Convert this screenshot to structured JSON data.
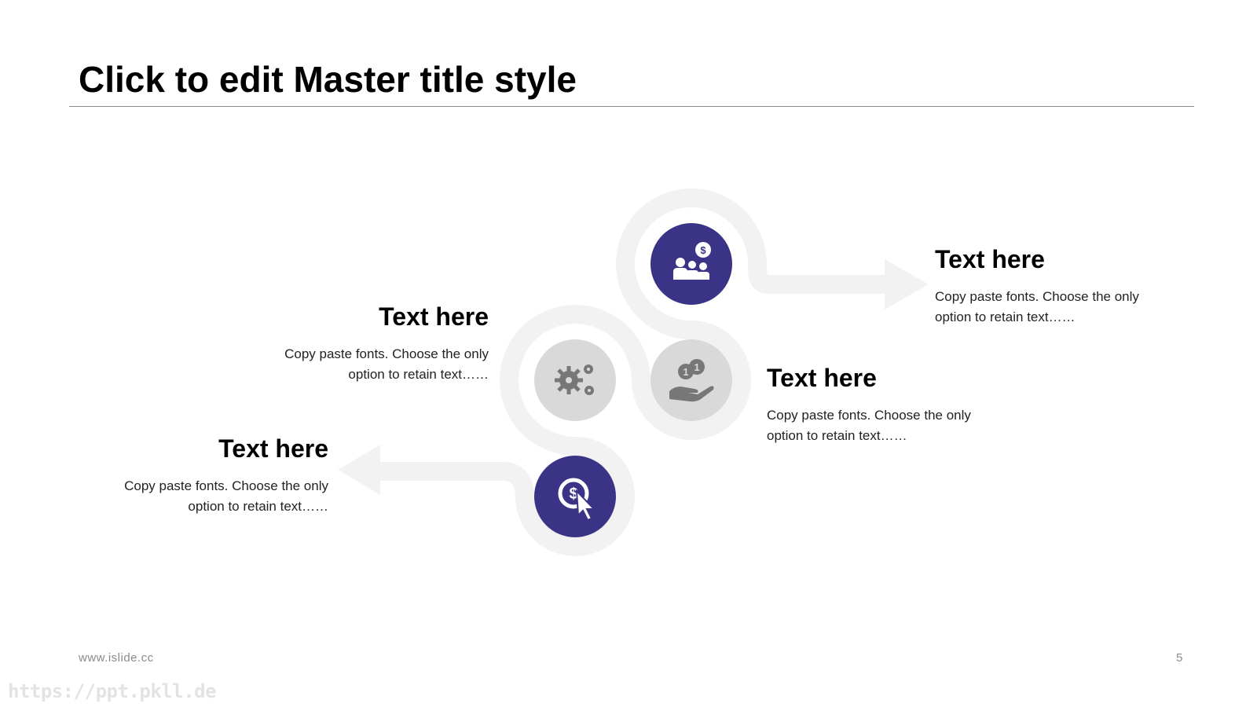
{
  "slide": {
    "title": "Click to edit Master title style",
    "footer_url": "www.islide.cc",
    "page_number": "5",
    "watermark": "https://ppt.pkll.de"
  },
  "colors": {
    "accent": "#3b3486",
    "neutral_circle": "#d9d9d9",
    "track": "#f2f2f2",
    "icon_gray": "#777777"
  },
  "items": [
    {
      "heading": "Text here",
      "body_line1": "Copy paste fonts. Choose the only",
      "body_line2": "option to retain text……",
      "icon": "team-dollar-icon",
      "style": "accent"
    },
    {
      "heading": "Text here",
      "body_line1": "Copy paste fonts. Choose the only",
      "body_line2": "option to retain text……",
      "icon": "gears-icon",
      "style": "neutral"
    },
    {
      "heading": "Text here",
      "body_line1": "Copy paste fonts. Choose the only",
      "body_line2": "option to retain text……",
      "icon": "hand-coins-icon",
      "style": "neutral"
    },
    {
      "heading": "Text here",
      "body_line1": "Copy paste fonts. Choose the only",
      "body_line2": "option to retain text……",
      "icon": "dollar-click-icon",
      "style": "accent"
    }
  ]
}
